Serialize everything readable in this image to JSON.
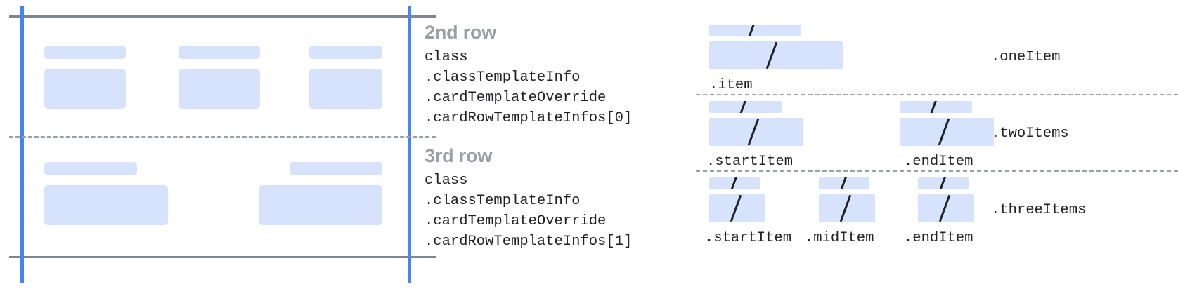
{
  "colors": {
    "placeholder_fill": "#d7e3fc",
    "guide_blue": "#4285f4",
    "rule_gray": "#80868b",
    "dash_gray": "#9aa0a6",
    "heading_gray": "#9aa0a6",
    "code_text": "#202124",
    "background": "#ffffff"
  },
  "left_diagram": {
    "name": "card-rows-schematic",
    "rows": [
      {
        "name": "second-row-preview",
        "cells": [
          {
            "title_bar": true,
            "body_bar": true
          },
          {
            "title_bar": true,
            "body_bar": true
          },
          {
            "title_bar": true,
            "body_bar": true
          }
        ]
      },
      {
        "name": "third-row-preview",
        "cells": [
          {
            "title_bar": true,
            "body_bar": true
          },
          {
            "title_bar": true,
            "body_bar": true
          }
        ]
      }
    ]
  },
  "row_descriptions": [
    {
      "heading": "2nd row",
      "lines": [
        "class",
        ".classTemplateInfo",
        ".cardTemplateOverride",
        ".cardRowTemplateInfos[0]"
      ]
    },
    {
      "heading": "3rd row",
      "lines": [
        "class",
        ".classTemplateInfo",
        ".cardTemplateOverride",
        ".cardRowTemplateInfos[1]"
      ]
    }
  ],
  "variants": [
    {
      "name": "one-item-variant",
      "label": ".oneItem",
      "slots": [
        {
          "label": ".item",
          "width": 190
        }
      ]
    },
    {
      "name": "two-items-variant",
      "label": ".twoItems",
      "slots": [
        {
          "label": ".startItem",
          "width": 134
        },
        {
          "label": ".endItem",
          "width": 134
        }
      ]
    },
    {
      "name": "three-items-variant",
      "label": ".threeItems",
      "slots": [
        {
          "label": ".startItem",
          "width": 80
        },
        {
          "label": ".midItem",
          "width": 80
        },
        {
          "label": ".endItem",
          "width": 80
        }
      ]
    }
  ]
}
